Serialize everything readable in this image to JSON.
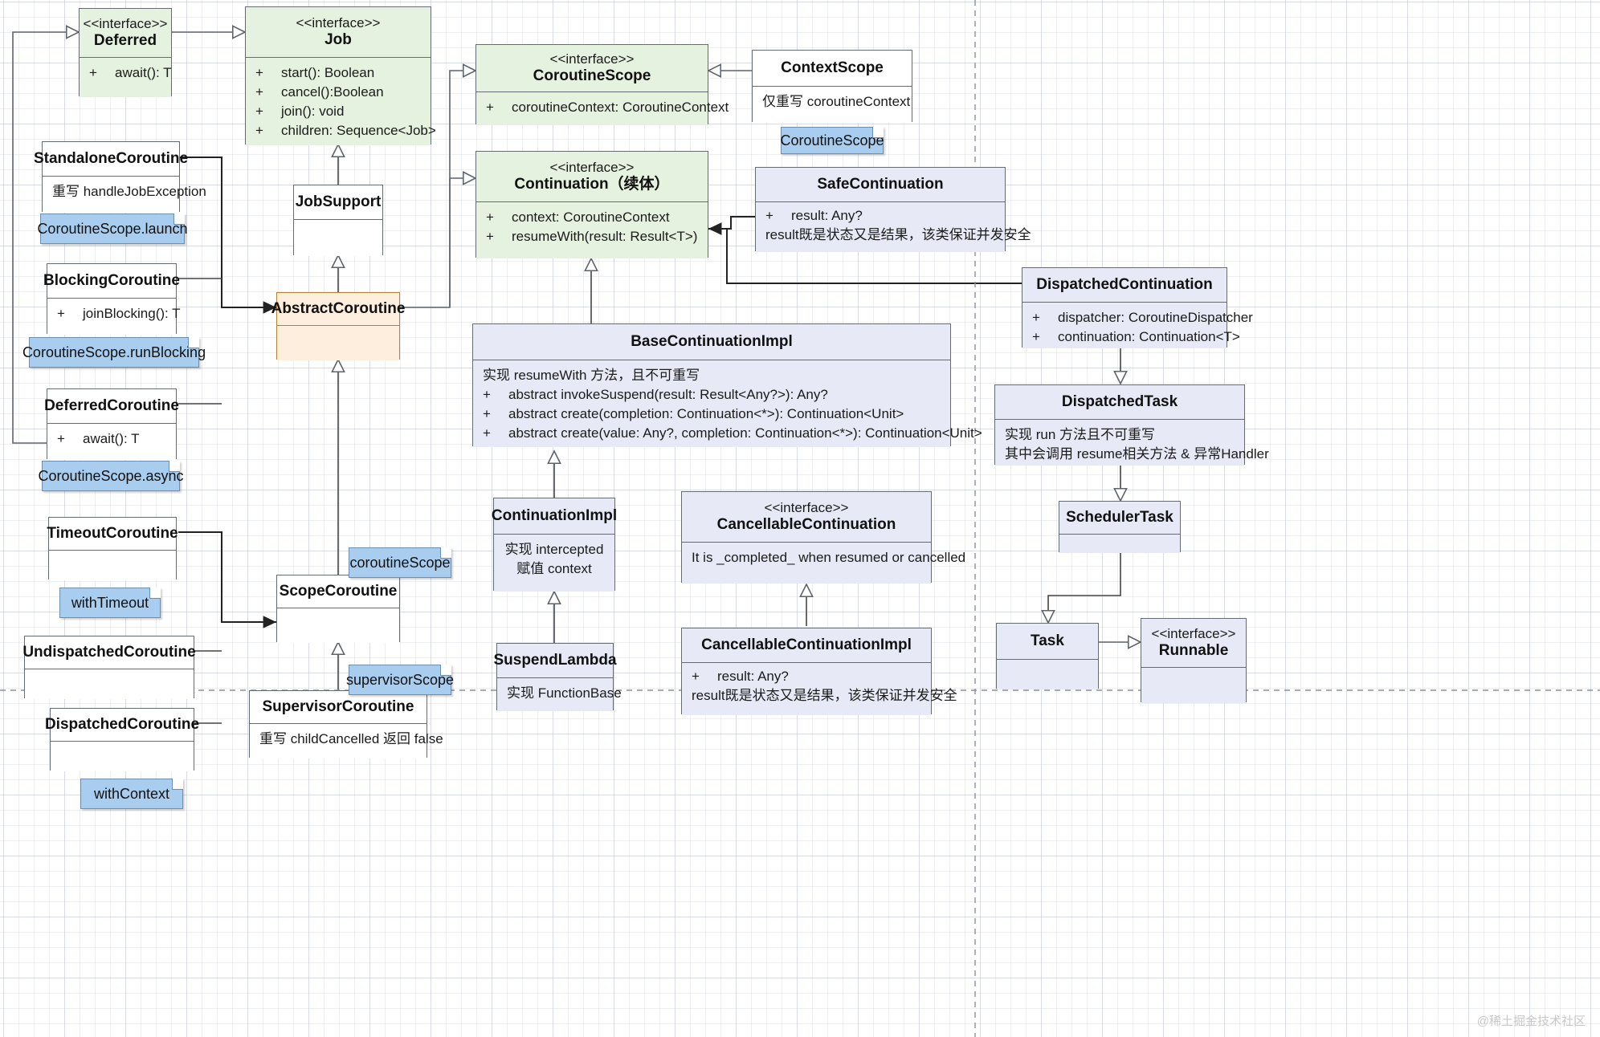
{
  "diagram": {
    "title": "Kotlin Coroutines Class Diagram",
    "watermark": "@稀土掘金技术社区",
    "colors": {
      "interface_green": "#e6f2e0",
      "impl_blue": "#e7eaf6",
      "plain_white": "#ffffff",
      "abstract_peach": "#fdeedd",
      "note_blue": "#a8cdee",
      "border": "#666b72"
    }
  },
  "classes": {
    "deferred": {
      "stereotype": "<<interface>>",
      "name": "Deferred",
      "members": [
        {
          "vis": "+",
          "text": "await(): T"
        }
      ]
    },
    "job": {
      "stereotype": "<<interface>>",
      "name": "Job",
      "members": [
        {
          "vis": "+",
          "text": "start(): Boolean"
        },
        {
          "vis": "+",
          "text": "cancel():Boolean"
        },
        {
          "vis": "+",
          "text": "join(): void"
        },
        {
          "vis": "+",
          "text": "children: Sequence<Job>"
        }
      ]
    },
    "coroutine_scope": {
      "stereotype": "<<interface>>",
      "name": "CoroutineScope",
      "members": [
        {
          "vis": "+",
          "text": "coroutineContext: CoroutineContext"
        }
      ]
    },
    "continuation": {
      "stereotype": "<<interface>>",
      "name": "Continuation（续体）",
      "members": [
        {
          "vis": "+",
          "text": "context: CoroutineContext"
        },
        {
          "vis": "+",
          "text": "resumeWith(result: Result<T>)"
        }
      ]
    },
    "context_scope": {
      "stereotype": "",
      "name": "ContextScope",
      "notes": [
        "仅重写 coroutineContext"
      ]
    },
    "safe_continuation": {
      "stereotype": "",
      "name": "SafeContinuation",
      "members": [
        {
          "vis": "+",
          "text": "result: Any?"
        }
      ],
      "notes": [
        "result既是状态又是结果，该类保证并发安全"
      ]
    },
    "standalone_coroutine": {
      "stereotype": "",
      "name": "StandaloneCoroutine",
      "notes": [
        "重写 handleJobException"
      ]
    },
    "blocking_coroutine": {
      "stereotype": "",
      "name": "BlockingCoroutine",
      "members": [
        {
          "vis": "+",
          "text": "joinBlocking(): T"
        }
      ]
    },
    "deferred_coroutine": {
      "stereotype": "",
      "name": "DeferredCoroutine",
      "members": [
        {
          "vis": "+",
          "text": "await(): T"
        }
      ]
    },
    "timeout_coroutine": {
      "stereotype": "",
      "name": "TimeoutCoroutine",
      "members": []
    },
    "undispatched_coroutine": {
      "stereotype": "",
      "name": "UndispatchedCoroutine",
      "members": []
    },
    "dispatched_coroutine": {
      "stereotype": "",
      "name": "DispatchedCoroutine",
      "members": []
    },
    "job_support": {
      "stereotype": "",
      "name": "JobSupport",
      "members": []
    },
    "abstract_coroutine": {
      "stereotype": "",
      "name": "AbstractCoroutine",
      "members": []
    },
    "scope_coroutine": {
      "stereotype": "",
      "name": "ScopeCoroutine",
      "members": []
    },
    "supervisor_coroutine": {
      "stereotype": "",
      "name": "SupervisorCoroutine",
      "notes": [
        "重写 childCancelled 返回 false"
      ]
    },
    "base_continuation_impl": {
      "stereotype": "",
      "name": "BaseContinuationImpl",
      "notes": [
        "实现 resumeWith 方法，且不可重写"
      ],
      "members": [
        {
          "vis": "+",
          "text": "abstract  invokeSuspend(result: Result<Any?>): Any?"
        },
        {
          "vis": "+",
          "text": "abstract  create(completion: Continuation<*>): Continuation<Unit>"
        },
        {
          "vis": "+",
          "text": "abstract  create(value: Any?, completion: Continuation<*>): Continuation<Unit>"
        }
      ]
    },
    "continuation_impl": {
      "stereotype": "",
      "name": "ContinuationImpl",
      "notes": [
        "实现 intercepted",
        "赋值 context"
      ]
    },
    "suspend_lambda": {
      "stereotype": "",
      "name": "SuspendLambda",
      "notes": [
        "实现 FunctionBase"
      ]
    },
    "cancellable_continuation": {
      "stereotype": "<<interface>>",
      "name": "CancellableContinuation",
      "notes": [
        "It is _completed_ when resumed or cancelled"
      ]
    },
    "cancellable_continuation_impl": {
      "stereotype": "",
      "name": "CancellableContinuationImpl",
      "members": [
        {
          "vis": "+",
          "text": "result: Any?"
        }
      ],
      "notes": [
        "result既是状态又是结果，该类保证并发安全"
      ]
    },
    "dispatched_continuation": {
      "stereotype": "",
      "name": "DispatchedContinuation",
      "members": [
        {
          "vis": "+",
          "text": "dispatcher: CoroutineDispatcher"
        },
        {
          "vis": "+",
          "text": "continuation: Continuation<T>"
        }
      ]
    },
    "dispatched_task": {
      "stereotype": "",
      "name": "DispatchedTask",
      "notes": [
        "实现 run 方法且不可重写",
        "其中会调用 resume相关方法 & 异常Handler"
      ]
    },
    "scheduler_task": {
      "stereotype": "",
      "name": "SchedulerTask",
      "members": []
    },
    "task": {
      "stereotype": "",
      "name": "Task",
      "members": []
    },
    "runnable": {
      "stereotype": "<<interface>>",
      "name": "Runnable",
      "members": []
    }
  },
  "notes": {
    "launch": "CoroutineScope.launch",
    "run_blocking": "CoroutineScope.runBlocking",
    "async": "CoroutineScope.async",
    "with_timeout": "withTimeout",
    "with_context": "withContext",
    "coroutine_scope_note": "coroutineScope",
    "supervisor_scope_note": "supervisorScope",
    "context_scope_note": "CoroutineScope"
  }
}
